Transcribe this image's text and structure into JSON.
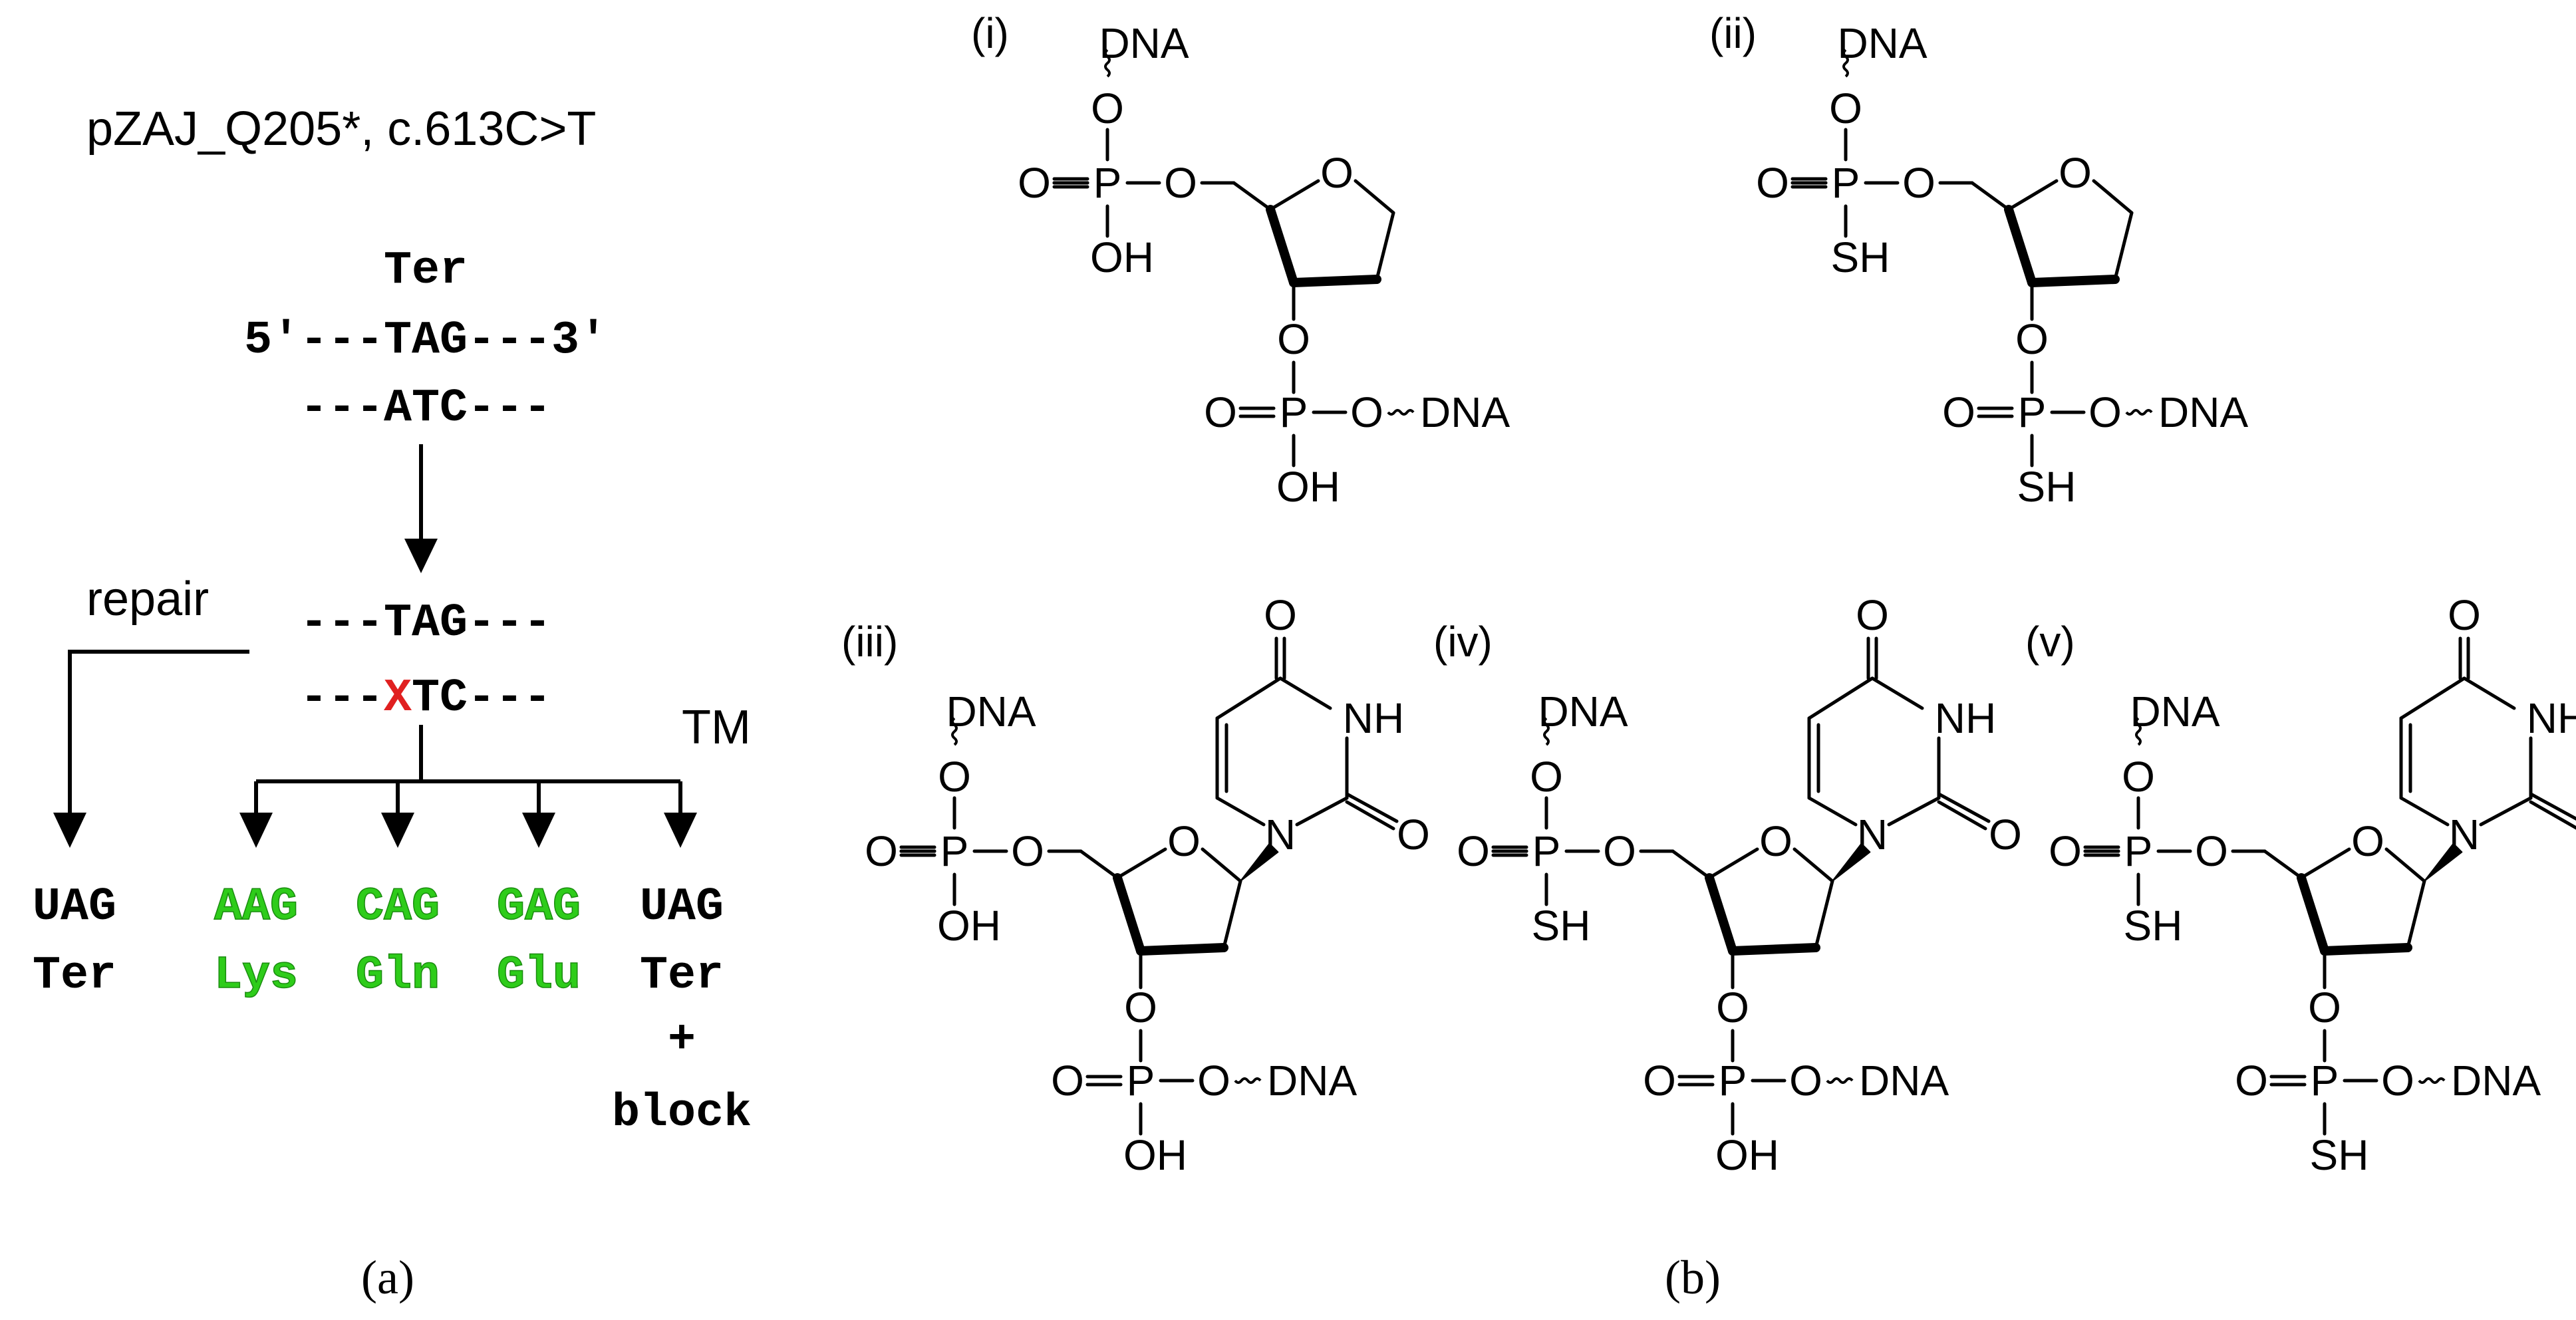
{
  "panel_a": {
    "title": "pZAJ_Q205*, c.613C>T",
    "ter_label": "Ter",
    "top_strand": "5′---TAG---3′",
    "bottom_strand": "---ATC---",
    "repair_label": "repair",
    "mid_top_strand": "---TAG---",
    "mid_bottom_prefix": "---",
    "mid_bottom_x": "X",
    "mid_bottom_suffix": "TC---",
    "tm_label": "TM",
    "outcomes": [
      {
        "codon": "UAG",
        "aa": "Ter",
        "color": "#000000"
      },
      {
        "codon": "AAG",
        "aa": "Lys",
        "color": "#2ecc1a"
      },
      {
        "codon": "CAG",
        "aa": "Gln",
        "color": "#2ecc1a"
      },
      {
        "codon": "GAG",
        "aa": "Glu",
        "color": "#2ecc1a"
      },
      {
        "codon": "UAG",
        "aa": "Ter",
        "color": "#000000"
      }
    ],
    "plus": "+",
    "block": "block",
    "caption": "(a)",
    "x_color": "#e02020"
  },
  "panel_b": {
    "caption": "(b)",
    "labels": [
      "(i)",
      "(ii)",
      "(iii)",
      "(iv)",
      "(v)"
    ],
    "dna": "DNA",
    "O": "O",
    "P": "P",
    "OH": "OH",
    "SH": "SH",
    "NH": "NH",
    "N": "N"
  }
}
